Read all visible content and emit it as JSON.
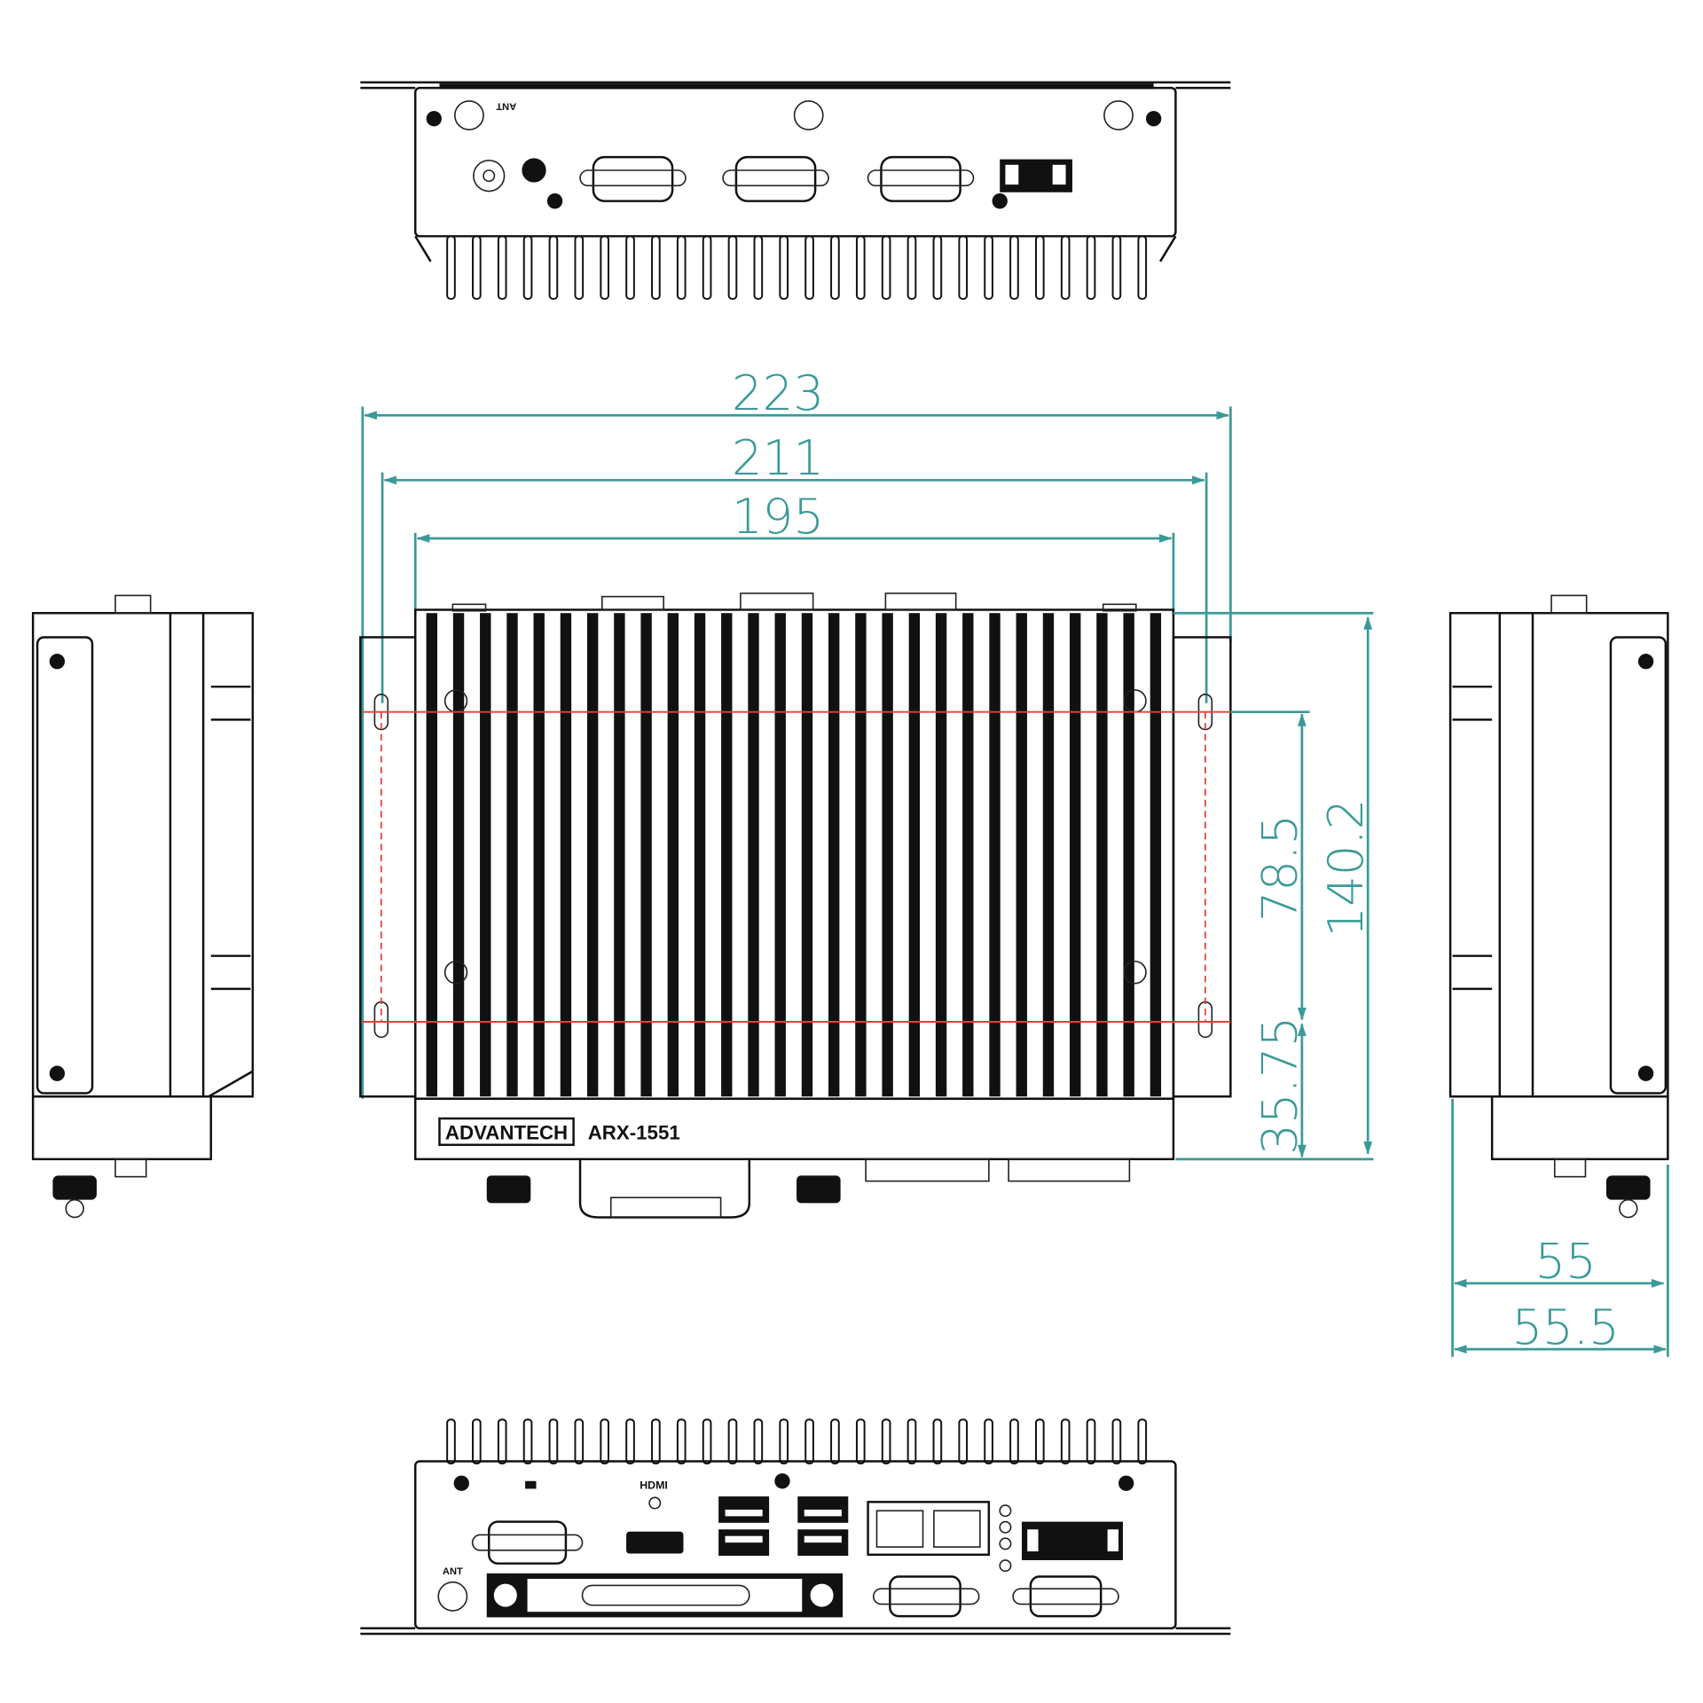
{
  "drawing": {
    "brand_logo": "ADVANTECH",
    "model": "ARX-1551",
    "colors": {
      "dimension": "#3a9a98",
      "mounting_line": "#e0403a",
      "outline": "#111111"
    },
    "dimensions": {
      "overall_width": "223",
      "mount_hole_spacing_width": "211",
      "body_width": "195",
      "overall_height": "140.2",
      "mount_hole_spacing_height": "78.5",
      "hole_to_bottom": "35.75",
      "depth": "55",
      "overall_depth": "55.5"
    },
    "bottom_panel": {
      "antenna_label": "ANT",
      "hdmi_label": "HDMI"
    },
    "top_panel": {
      "antenna_label": "ANT"
    }
  }
}
